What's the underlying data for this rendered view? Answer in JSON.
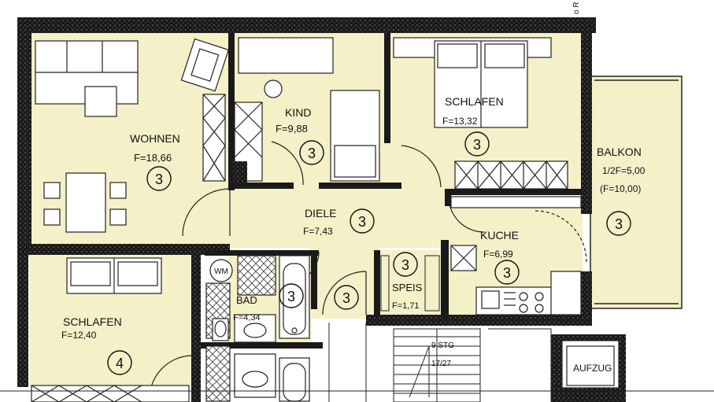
{
  "colors": {
    "background": "#ffffff",
    "room_fill": "#f4f1c8",
    "wall": "#1a1a1a",
    "line": "#222222",
    "hatch": "#3a3a3a"
  },
  "corner_text": "o R",
  "rooms": [
    {
      "id": "wohnen",
      "name": "WOHNEN",
      "area": "F=18,66",
      "badge": "3"
    },
    {
      "id": "kind",
      "name": "KIND",
      "area": "F=9,88",
      "badge": "3"
    },
    {
      "id": "schlafen-top",
      "name": "SCHLAFEN",
      "area": "F=13,32",
      "badge": "3"
    },
    {
      "id": "balkon",
      "name": "BALKON",
      "area": "1/2F=5,00",
      "area_full": "(F=10,00)",
      "badge": "3"
    },
    {
      "id": "diele",
      "name": "DIELE",
      "area": "F=7,43",
      "badge": "3"
    },
    {
      "id": "kuche",
      "name": "KUCHE",
      "area": "F=6,99",
      "badge": "3"
    },
    {
      "id": "speis",
      "name": "SPEIS",
      "area": "F=1,71",
      "badge": "3"
    },
    {
      "id": "bad",
      "name": "BAD",
      "area": "F=4,34",
      "badge": "3"
    },
    {
      "id": "schlafen-bottom",
      "name": "SCHLAFEN",
      "area": "F=12,40",
      "badge": "4"
    },
    {
      "id": "entry",
      "name": "",
      "area": "",
      "badge": "3"
    }
  ],
  "fixtures": {
    "washing_machine": "WM",
    "stairs_count": "9 STG",
    "stairs_ratio": "17/27",
    "elevator": "AUFZUG"
  }
}
